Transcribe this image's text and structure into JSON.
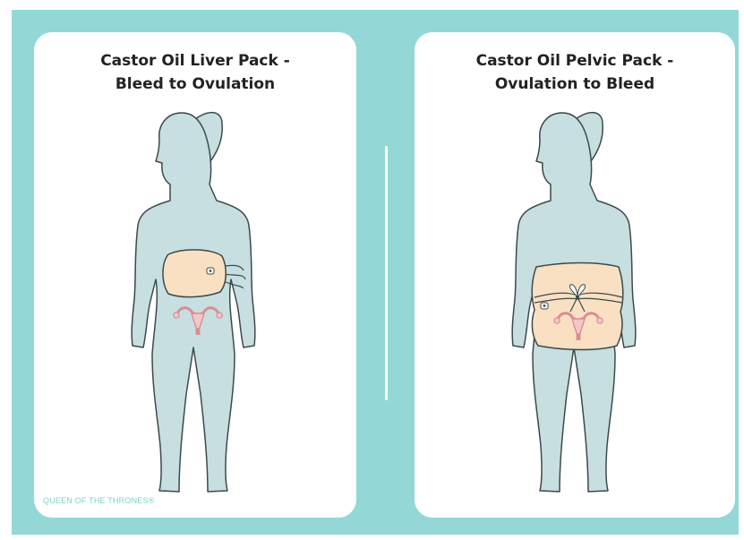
{
  "colors": {
    "background": "#93d8d6",
    "card": "#ffffff",
    "silhouette": "#c8dfe1",
    "outline": "#3c4a4a",
    "pack": "#f9e0c3",
    "uterus": "#d98e93"
  },
  "cards": [
    {
      "title_line1": "Castor Oil Liver Pack -",
      "title_line2": "Bleed to Ovulation",
      "pack_position": "liver"
    },
    {
      "title_line1": "Castor Oil Pelvic Pack -",
      "title_line2": "Ovulation to Bleed",
      "pack_position": "pelvic"
    }
  ],
  "logo": "QUEEN OF THE THRONES®"
}
